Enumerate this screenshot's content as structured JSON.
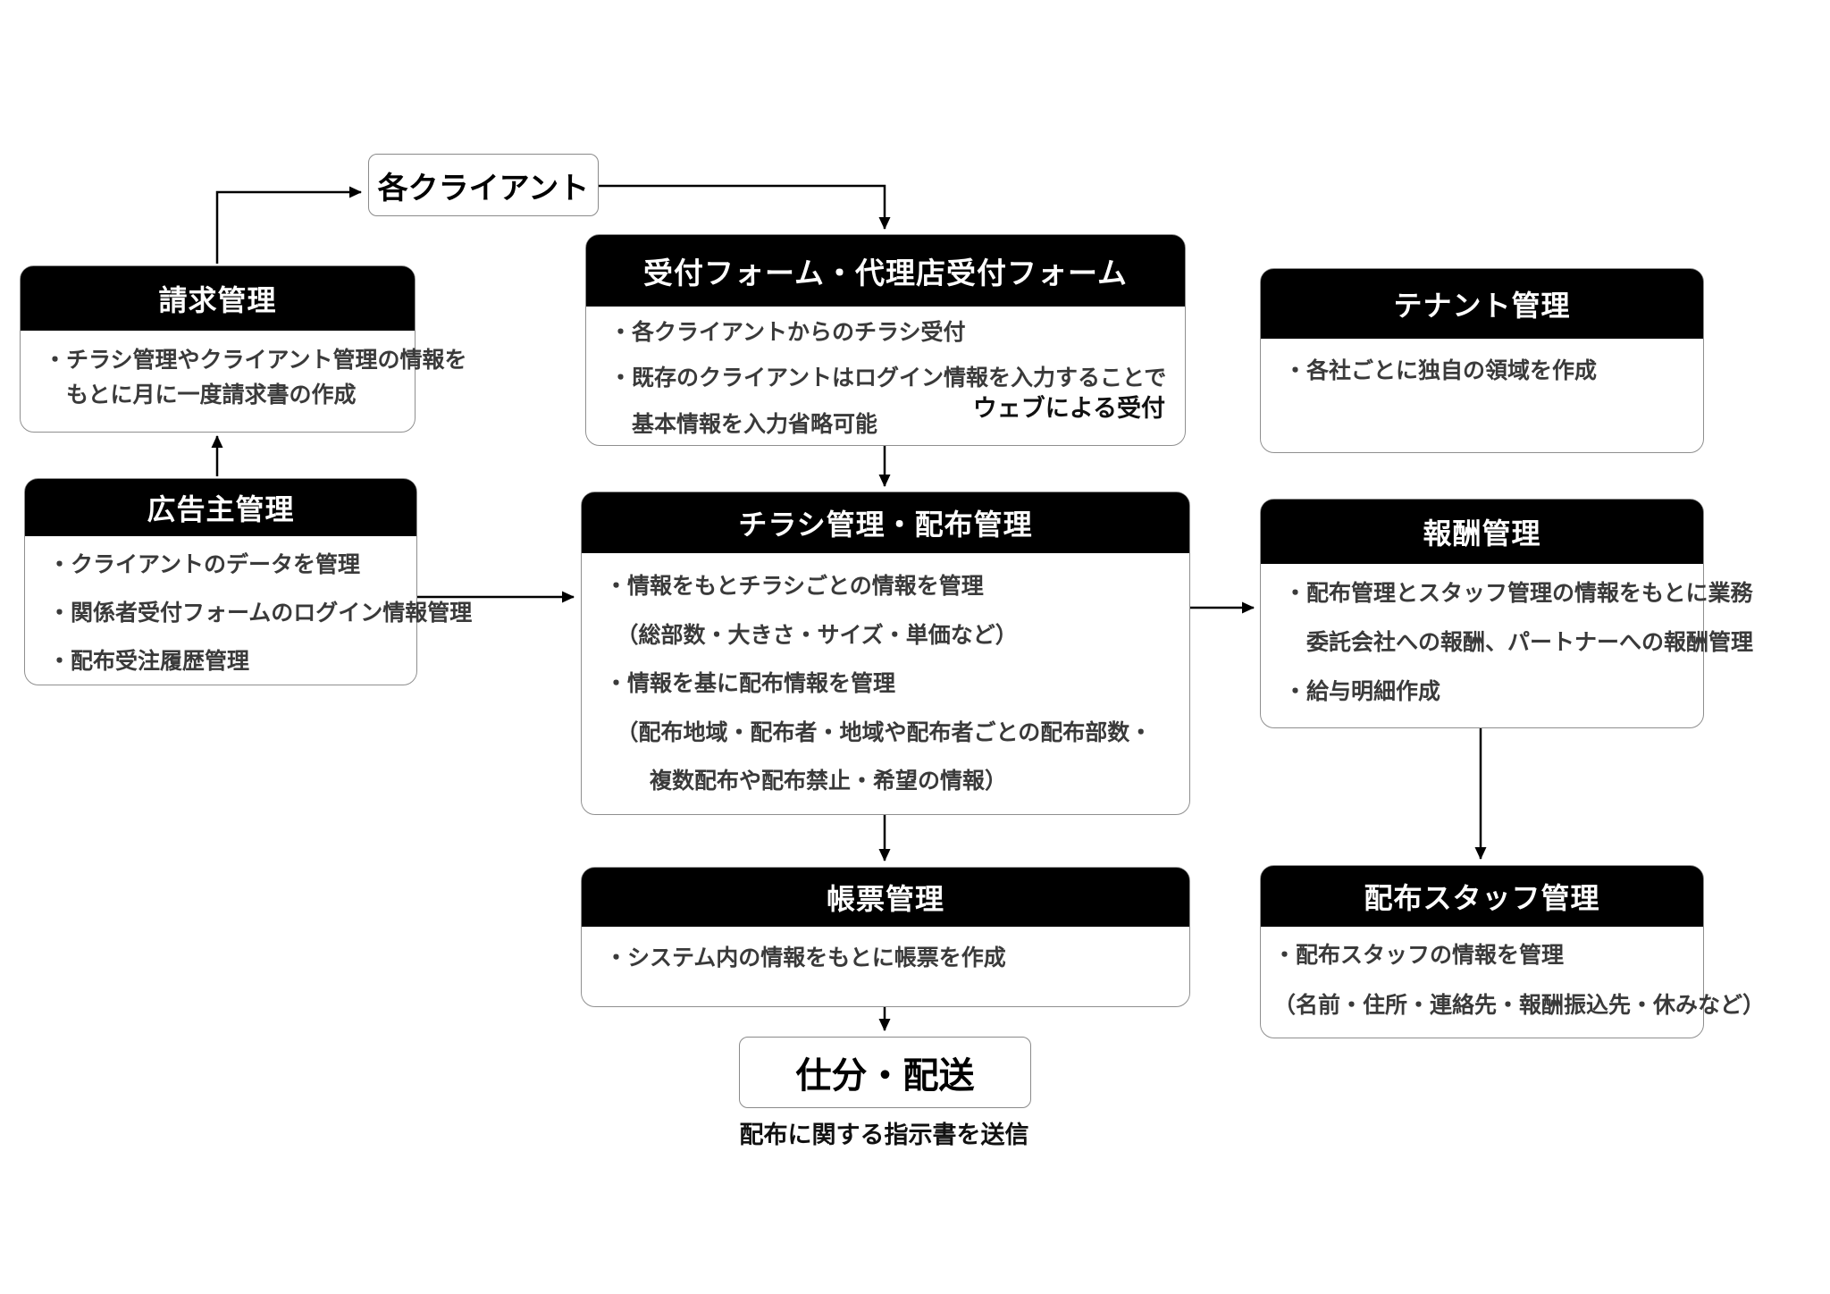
{
  "nodes": {
    "client": {
      "label": "各クライアント"
    },
    "billing": {
      "title": "請求管理",
      "lines": [
        "・チラシ管理やクライアント管理の情報を",
        "　もとに月に一度請求書の作成"
      ]
    },
    "reception": {
      "title": "受付フォーム・代理店受付フォーム",
      "lines": [
        "・各クライアントからのチラシ受付",
        "・既存のクライアントはログイン情報を入力することで",
        "　基本情報を入力省略可能"
      ],
      "annotation": "ウェブによる受付"
    },
    "tenant": {
      "title": "テナント管理",
      "lines": [
        "・各社ごとに独自の領域を作成"
      ]
    },
    "advertiser": {
      "title": "広告主管理",
      "lines": [
        "・クライアントのデータを管理",
        "・関係者受付フォームのログイン情報管理",
        "・配布受注履歴管理"
      ]
    },
    "flyer": {
      "title": "チラシ管理・配布管理",
      "lines": [
        "・情報をもとチラシごとの情報を管理",
        "　（総部数・大きさ・サイズ・単価など）",
        "・情報を基に配布情報を管理",
        "　（配布地域・配布者・地域や配布者ごとの配布部数・",
        "　　複数配布や配布禁止・希望の情報）"
      ]
    },
    "reward": {
      "title": "報酬管理",
      "lines": [
        "・配布管理とスタッフ管理の情報をもとに業務",
        "　委託会社への報酬、パートナーへの報酬管理",
        "・給与明細作成"
      ]
    },
    "report": {
      "title": "帳票管理",
      "lines": [
        "・システム内の情報をもとに帳票を作成"
      ]
    },
    "staff": {
      "title": "配布スタッフ管理",
      "lines": [
        "・配布スタッフの情報を管理",
        "（名前・住所・連絡先・報酬振込先・休みなど）"
      ]
    },
    "sorting": {
      "label": "仕分・配送",
      "caption": "配布に関する指示書を送信"
    }
  },
  "colors": {
    "header_bg": "#000000",
    "header_text": "#ffffff",
    "body_text": "#3a3a3a",
    "border": "#8f8f8f",
    "arrow": "#000000"
  }
}
